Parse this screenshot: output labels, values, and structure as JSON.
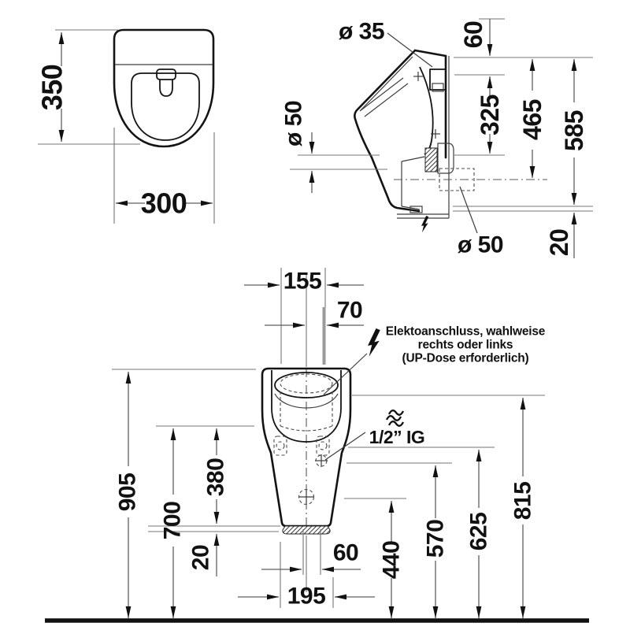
{
  "dims": {
    "front": {
      "height": "350",
      "width": "300"
    },
    "side": {
      "inlet_diameter": "ø 35",
      "top_offset": "60",
      "fixing_height": "325",
      "outlet_center_height": "465",
      "lower_edge_height": "585",
      "outlet_diameter": "ø 50",
      "drain_pipe_diameter": "ø 50",
      "floor_clearance": "20"
    },
    "bottom": {
      "rim_width": "155",
      "conduit_offset": "70",
      "overall_height": "905",
      "rim_height": "700",
      "body_height": "380",
      "gap": "20",
      "outlet_width": "60",
      "outlet_spacing": "195",
      "drain_height": "440",
      "water_inlet_height": "570",
      "conduit_height": "625",
      "upper_edge_height": "815"
    }
  },
  "annotations": {
    "electrical_line1": "Elektoanschluss, wahlweise",
    "electrical_line2": "rechts oder links",
    "electrical_line3": "(UP-Dose erforderlich)",
    "water_connection": "1/2” IG"
  },
  "icons": {
    "electrical": "lightning-bolt",
    "water": "waves"
  },
  "colors": {
    "outline": "#141414",
    "dimension": "#5f5f5f",
    "background": "#ffffff"
  }
}
